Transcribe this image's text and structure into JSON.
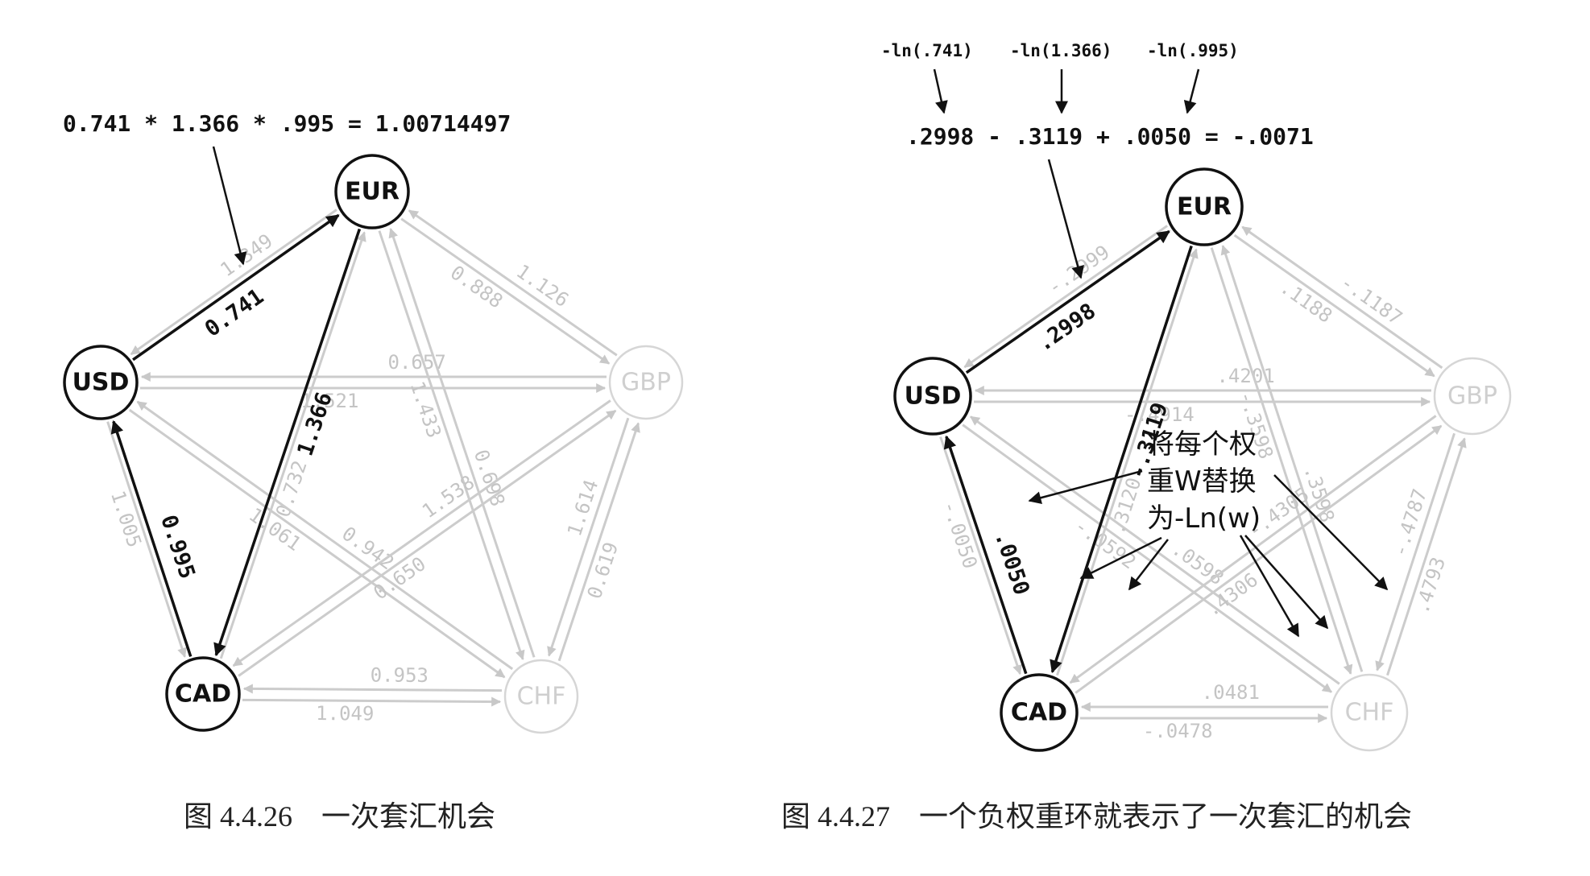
{
  "left": {
    "formula": "0.741 * 1.366 * .995 = 1.00714497",
    "caption": "图 4.4.26    一次套汇机会",
    "nodes": [
      {
        "id": "EUR",
        "label": "EUR",
        "highlight": true
      },
      {
        "id": "USD",
        "label": "USD",
        "highlight": true
      },
      {
        "id": "GBP",
        "label": "GBP",
        "highlight": false
      },
      {
        "id": "CAD",
        "label": "CAD",
        "highlight": true
      },
      {
        "id": "CHF",
        "label": "CHF",
        "highlight": false
      }
    ],
    "highlight_edges": [
      {
        "from": "USD",
        "to": "EUR",
        "label": "0.741"
      },
      {
        "from": "EUR",
        "to": "CAD",
        "label": "1.366"
      },
      {
        "from": "CAD",
        "to": "USD",
        "label": "0.995"
      }
    ],
    "faded_edges": [
      {
        "from": "EUR",
        "to": "USD",
        "label": "1.349"
      },
      {
        "from": "USD",
        "to": "GBP",
        "label": "1.521"
      },
      {
        "from": "GBP",
        "to": "USD",
        "label": "0.657"
      },
      {
        "from": "CAD",
        "to": "EUR",
        "label": "0.732"
      },
      {
        "from": "USD",
        "to": "CAD",
        "label": "1.005"
      },
      {
        "from": "USD",
        "to": "CHF",
        "label": "1.061"
      },
      {
        "from": "CHF",
        "to": "USD",
        "label": "0.942"
      },
      {
        "from": "EUR",
        "to": "GBP",
        "label": "0.888"
      },
      {
        "from": "GBP",
        "to": "EUR",
        "label": "1.126"
      },
      {
        "from": "EUR",
        "to": "CHF",
        "label": "1.433"
      },
      {
        "from": "CHF",
        "to": "EUR",
        "label": "0.698"
      },
      {
        "from": "GBP",
        "to": "CAD",
        "label": "1.538"
      },
      {
        "from": "CAD",
        "to": "GBP",
        "label": "0.650"
      },
      {
        "from": "GBP",
        "to": "CHF",
        "label": "1.614"
      },
      {
        "from": "CHF",
        "to": "GBP",
        "label": "0.619"
      },
      {
        "from": "CAD",
        "to": "CHF",
        "label": "1.049"
      },
      {
        "from": "CHF",
        "to": "CAD",
        "label": "0.953"
      }
    ]
  },
  "right": {
    "ln_terms": [
      "-ln(.741)",
      "-ln(1.366)",
      "-ln(.995)"
    ],
    "formula": ".2998 - .3119 + .0050 = -.0071",
    "note_lines": [
      "将每个权",
      "重W替换",
      "为-Ln(w)"
    ],
    "caption": "图 4.4.27    一个负权重环就表示了一次套汇的机会",
    "nodes": [
      {
        "id": "EUR",
        "label": "EUR",
        "highlight": true
      },
      {
        "id": "USD",
        "label": "USD",
        "highlight": true
      },
      {
        "id": "GBP",
        "label": "GBP",
        "highlight": false
      },
      {
        "id": "CAD",
        "label": "CAD",
        "highlight": true
      },
      {
        "id": "CHF",
        "label": "CHF",
        "highlight": false
      }
    ],
    "highlight_edges": [
      {
        "from": "USD",
        "to": "EUR",
        "label": ".2998"
      },
      {
        "from": "EUR",
        "to": "CAD",
        "label": "-.3119"
      },
      {
        "from": "CAD",
        "to": "USD",
        "label": ".0050"
      }
    ],
    "faded_edges": [
      {
        "from": "EUR",
        "to": "USD",
        "label": "-.2999"
      },
      {
        "from": "EUR",
        "to": "GBP",
        "label": ".1188"
      },
      {
        "from": "GBP",
        "to": "EUR",
        "label": "-.1187"
      },
      {
        "from": "GBP",
        "to": "USD",
        "label": ".4201"
      },
      {
        "from": "USD",
        "to": "GBP",
        "label": "-.4914"
      },
      {
        "from": "EUR",
        "to": "CHF",
        "label": "-.3598"
      },
      {
        "from": "CHF",
        "to": "EUR",
        "label": ".3598"
      },
      {
        "from": "USD",
        "to": "CAD",
        "label": "-.0050"
      },
      {
        "from": "USD",
        "to": "CHF",
        "label": "-.0592"
      },
      {
        "from": "CHF",
        "to": "USD",
        "label": ".0598"
      },
      {
        "from": "CAD",
        "to": "EUR",
        "label": ".3120"
      },
      {
        "from": "CAD",
        "to": "GBP",
        "label": ".4306"
      },
      {
        "from": "GBP",
        "to": "CAD",
        "label": "-.4305"
      },
      {
        "from": "GBP",
        "to": "CHF",
        "label": "-.4787"
      },
      {
        "from": "CHF",
        "to": "GBP",
        "label": ".4793"
      },
      {
        "from": "CAD",
        "to": "CHF",
        "label": "-.0478"
      },
      {
        "from": "CHF",
        "to": "CAD",
        "label": ".0481"
      }
    ]
  }
}
